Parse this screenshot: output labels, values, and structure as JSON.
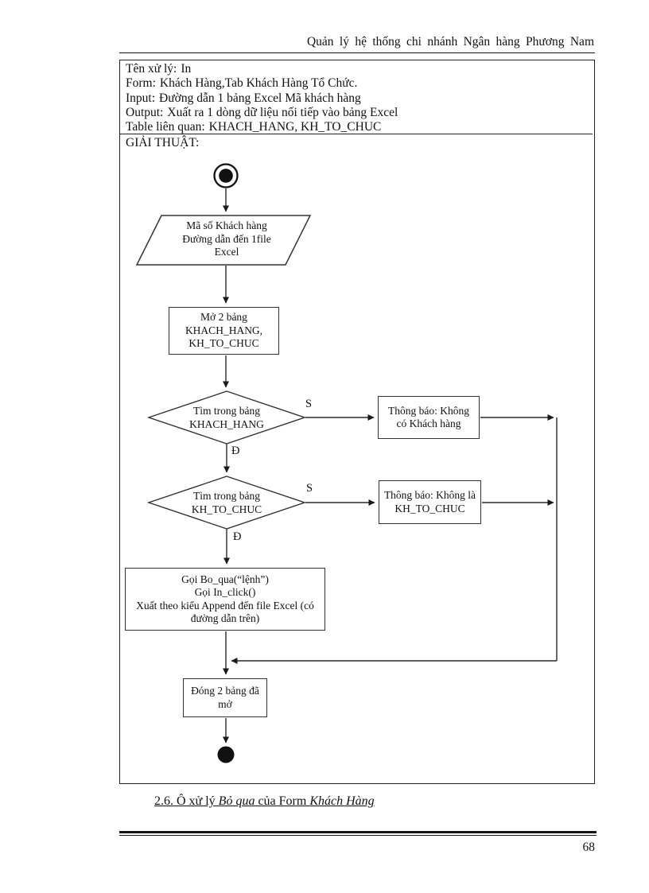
{
  "header": {
    "title": "Quản lý hệ thống chi nhánh Ngân hàng Phương Nam"
  },
  "info": {
    "rows": [
      {
        "label": "Tên xử lý:",
        "value": "In"
      },
      {
        "label": "Form:",
        "value": "Khách Hàng,Tab Khách Hàng Tổ Chức."
      },
      {
        "label": "Input:",
        "value": "Đường dẫn 1 bảng Excel Mã khách hàng"
      },
      {
        "label": "Output:",
        "value": "Xuất ra 1 dòng dữ liệu nối tiếp vào bảng Excel"
      },
      {
        "label": "Table liên quan:",
        "value": "KHACH_HANG, KH_TO_CHUC"
      }
    ],
    "section_label": "GIẢI THUẬT:"
  },
  "flowchart": {
    "io_node": {
      "lines": [
        "Mã số Khách hàng",
        "Đường dẫn đến 1file",
        "Excel"
      ]
    },
    "open_node": {
      "lines": [
        "Mở 2 bảng",
        "KHACH_HANG,",
        "KH_TO_CHUC"
      ]
    },
    "decision1": {
      "lines": [
        "Tìm trong bảng",
        "KHACH_HANG"
      ],
      "yes": "S",
      "no": "Đ"
    },
    "message1": {
      "lines": [
        "Thông báo: Không",
        "có Khách hàng"
      ]
    },
    "decision2": {
      "lines": [
        "Tìm trong bảng",
        "KH_TO_CHUC"
      ],
      "yes": "S",
      "no": "Đ"
    },
    "message2": {
      "lines": [
        "Thông báo: Không là",
        "KH_TO_CHUC"
      ]
    },
    "process_node": {
      "lines": [
        "Gọi Bo_qua(“lệnh”)",
        "Gọi In_click()",
        "Xuất theo kiểu Append đến file Excel (có",
        "đường dẫn trên)"
      ]
    },
    "close_node": {
      "lines": [
        "Đóng 2 bảng đã",
        "mở"
      ]
    }
  },
  "caption": {
    "prefix": "2.6. Ô xử lý ",
    "italic1": "Bỏ qua",
    "middle": " của Form ",
    "italic2": "Khách Hàng"
  },
  "page": {
    "number": "68"
  },
  "colors": {
    "ink": "#111111",
    "line": "#2a2a2a",
    "background": "#ffffff"
  }
}
